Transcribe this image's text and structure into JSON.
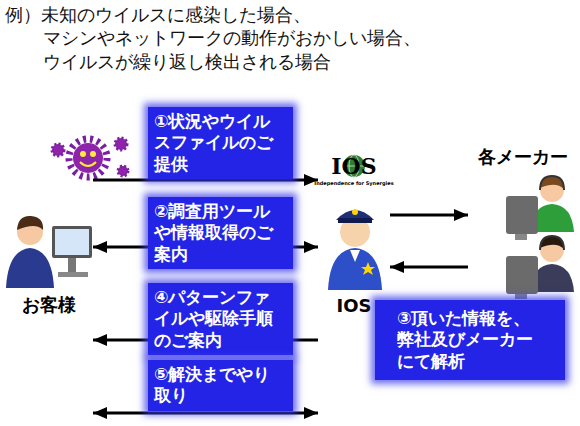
{
  "diagram": {
    "title": "例）未知のウイルスに感染した場合、 マシンやネットワークの動作がおかしい場合、 ウイルスが繰り返し検出される場合",
    "nodes": [
      {
        "text": [
          "お客様"
        ]
      },
      {
        "text": [
          "IOS",
          "Independence for Synergies"
        ]
      },
      {
        "text": [
          "IOS"
        ]
      },
      {
        "text": [
          "各メーカー"
        ]
      }
    ],
    "edges": [
      {
        "from": 0,
        "to": 1,
        "arrow": "to",
        "label": "①状況やウイルスファイルのご提供"
      },
      {
        "from": 0,
        "to": 2,
        "arrow": "both",
        "label": "②調査用ツールや情報取得のご案内"
      },
      {
        "from": 2,
        "to": 3,
        "arrow": "to"
      },
      {
        "from": 3,
        "to": 2,
        "arrow": "to"
      },
      {
        "from": 2,
        "to": 0,
        "arrow": "to",
        "label": "④パターンファイルや駆除手順のご案内"
      },
      {
        "from": 0,
        "to": 2,
        "arrow": "both",
        "label": "⑤解決までやり取り"
      }
    ],
    "labels": [
      "③頂いた情報を、弊社及びメーカーにて解析"
    ]
  }
}
